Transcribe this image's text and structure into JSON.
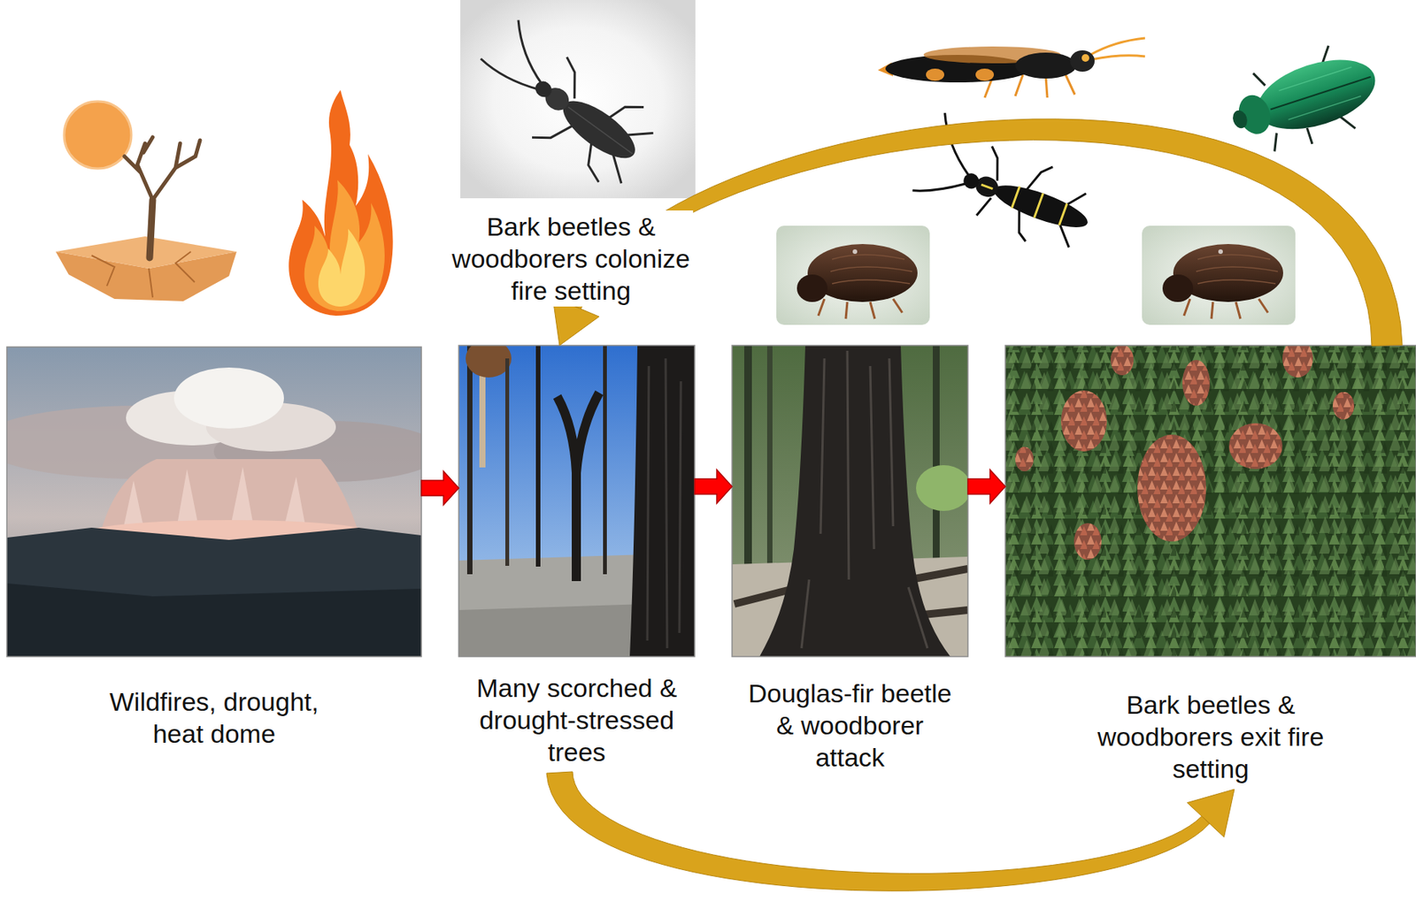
{
  "diagram": {
    "nodes": [
      {
        "text": [
          "Wildfires, drought, heat dome"
        ]
      },
      {
        "text": [
          "Many scorched & drought-stressed trees"
        ]
      },
      {
        "text": [
          "Douglas-fir beetle & woodborer attack"
        ]
      },
      {
        "text": [
          "Bark beetles & woodborers exit fire setting"
        ]
      }
    ],
    "edges": [
      {
        "from": 0,
        "to": 1,
        "arrow": "to"
      },
      {
        "from": 1,
        "to": 2,
        "arrow": "to"
      },
      {
        "from": 2,
        "to": 3,
        "arrow": "to"
      },
      {
        "from": 3,
        "to": 1,
        "arrow": "to",
        "label": "Bark beetles & woodborers colonize fire setting"
      },
      {
        "from": 1,
        "to": 3,
        "arrow": "to"
      }
    ]
  }
}
